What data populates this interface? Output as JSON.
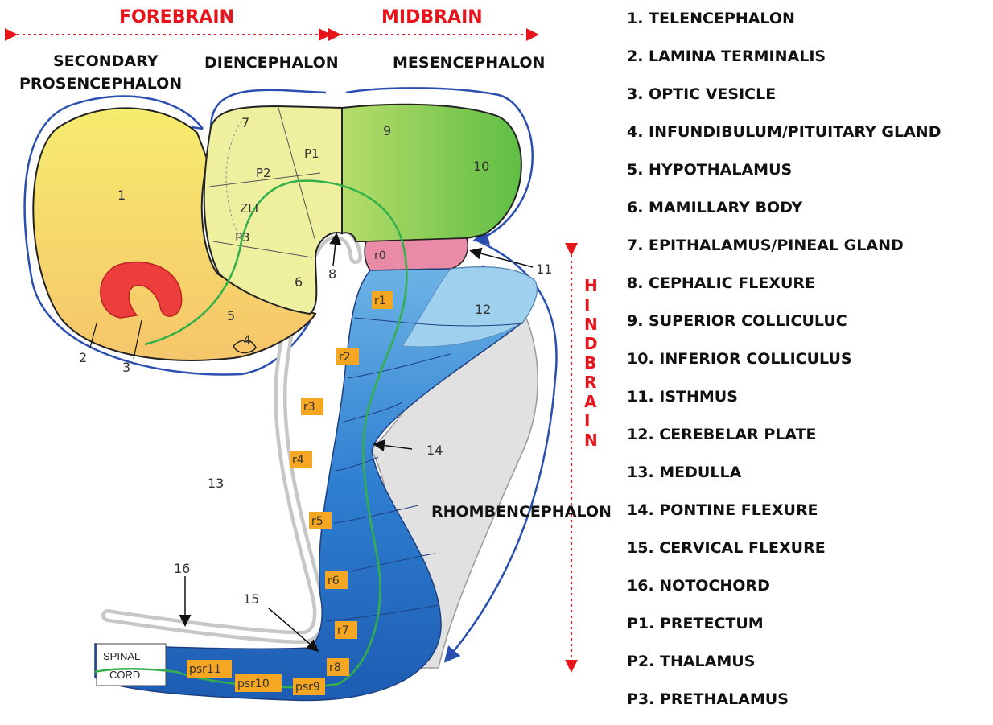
{
  "headings": {
    "forebrain": "FOREBRAIN",
    "midbrain": "MIDBRAIN",
    "secondary_1": "SECONDARY",
    "secondary_2": "PROSENCEPHALON",
    "diencephalon": "DIENCEPHALON",
    "mesencephalon": "MESENCEPHALON",
    "rhombencephalon": "RHOMBENCEPHALON",
    "hindbrain_letters": [
      "H",
      "I",
      "N",
      "D",
      "B",
      "R",
      "A",
      "I",
      "N"
    ]
  },
  "region_labels": {
    "n1": "1",
    "n2": "2",
    "n3": "3",
    "n4": "4",
    "n5": "5",
    "n6": "6",
    "n7": "7",
    "n8": "8",
    "n9": "9",
    "n10": "10",
    "n11": "11",
    "n12": "12",
    "n13": "13",
    "n14": "14",
    "n15": "15",
    "n16": "16",
    "p1": "P1",
    "p2": "P2",
    "p3": "P3",
    "zli": "ZLI",
    "spinal_1": "SPINAL",
    "spinal_2": "CORD"
  },
  "rhombomeres": [
    "r0",
    "r1",
    "r2",
    "r3",
    "r4",
    "r5",
    "r6",
    "r7",
    "r8",
    "psr9",
    "psr10",
    "psr11"
  ],
  "legend": [
    "1. TELENCEPHALON",
    "2. LAMINA TERMINALIS",
    "3. OPTIC VESICLE",
    "4. INFUNDIBULUM/PITUITARY GLAND",
    "5. HYPOTHALAMUS",
    "6. MAMILLARY BODY",
    "7. EPITHALAMUS/PINEAL GLAND",
    "8. CEPHALIC FLEXURE",
    "9. SUPERIOR COLLICULUC",
    "10. INFERIOR COLLICULUS",
    "11. ISTHMUS",
    "12. CEREBELAR PLATE",
    "13. MEDULLA",
    "14. PONTINE FLEXURE",
    "15. CERVICAL FLEXURE",
    "16. NOTOCHORD",
    "P1. PRETECTUM",
    "P2. THALAMUS",
    "P3. PRETHALAMUS"
  ],
  "colors": {
    "heading_red": "#e8141c",
    "telencephalon_yellow": "#f3e36a",
    "hypothalamus_orange": "#f6c56a",
    "diencephalon_pale": "#eef0a0",
    "mesencephalon_green": "#7ec94a",
    "isthmus_pink": "#e98aa6",
    "optic_red": "#ee3d3d",
    "hindbrain_blue": "#2f7fd1",
    "cerebellar_light_blue": "#9fd0ee",
    "flexure_gray": "#e1e1e1",
    "rhombomere_box": "#f5a623",
    "outline_blue": "#2a4fb0",
    "guide_green": "#33b04a"
  }
}
